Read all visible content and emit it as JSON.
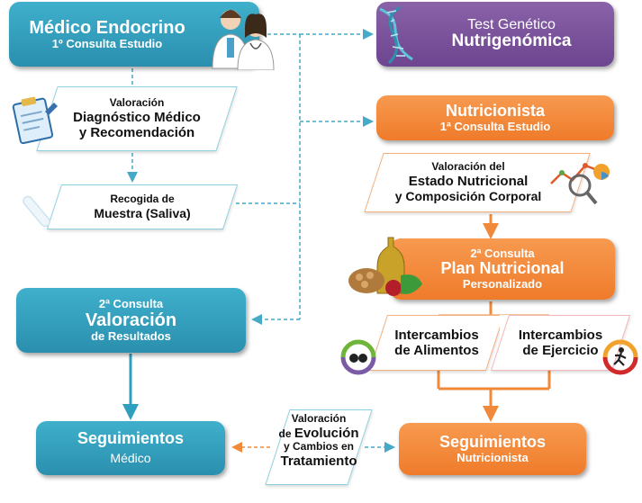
{
  "medico": {
    "title": "Médico Endocrino",
    "subtitle": "1º Consulta Estudio"
  },
  "test": {
    "line1": "Test Genético",
    "line2": "Nutrigenómica"
  },
  "valoracion_diag": {
    "line1": "Valoración",
    "line2": "Diagnóstico Médico",
    "line3": "y Recomendación"
  },
  "nutricionista": {
    "title": "Nutricionista",
    "subtitle": "1ª Consulta Estudio"
  },
  "valoracion_estado": {
    "line1": "Valoración del",
    "line2": "Estado Nutricional",
    "line3": "y Composición Corporal"
  },
  "recogida": {
    "line1": "Recogida de",
    "line2": "Muestra (Saliva)"
  },
  "plan": {
    "line1": "2ª Consulta",
    "line2": "Plan Nutricional",
    "line3": "Personalizado"
  },
  "valoracion_res": {
    "line1": "2ª Consulta",
    "line2": "Valoración",
    "line3": "de Resultados"
  },
  "intercambios_alim": {
    "line1": "Intercambios",
    "line2": "de Alimentos"
  },
  "intercambios_ejer": {
    "line1": "Intercambios",
    "line2": "de Ejercicio"
  },
  "seg_medico": {
    "line1": "Seguimientos",
    "line2": "Médico"
  },
  "evolucion": {
    "line1": "Valoración",
    "line2a": "de ",
    "line2b": "Evolución",
    "line3": "y Cambios en",
    "line4": "Tratamiento"
  },
  "seg_nutri": {
    "line1": "Seguimientos",
    "line2": "Nutricionista"
  },
  "colors": {
    "teal": "#2f9fbf",
    "orange": "#f08a3a",
    "purple": "#7a529c",
    "dashed": "#45a9c8"
  }
}
